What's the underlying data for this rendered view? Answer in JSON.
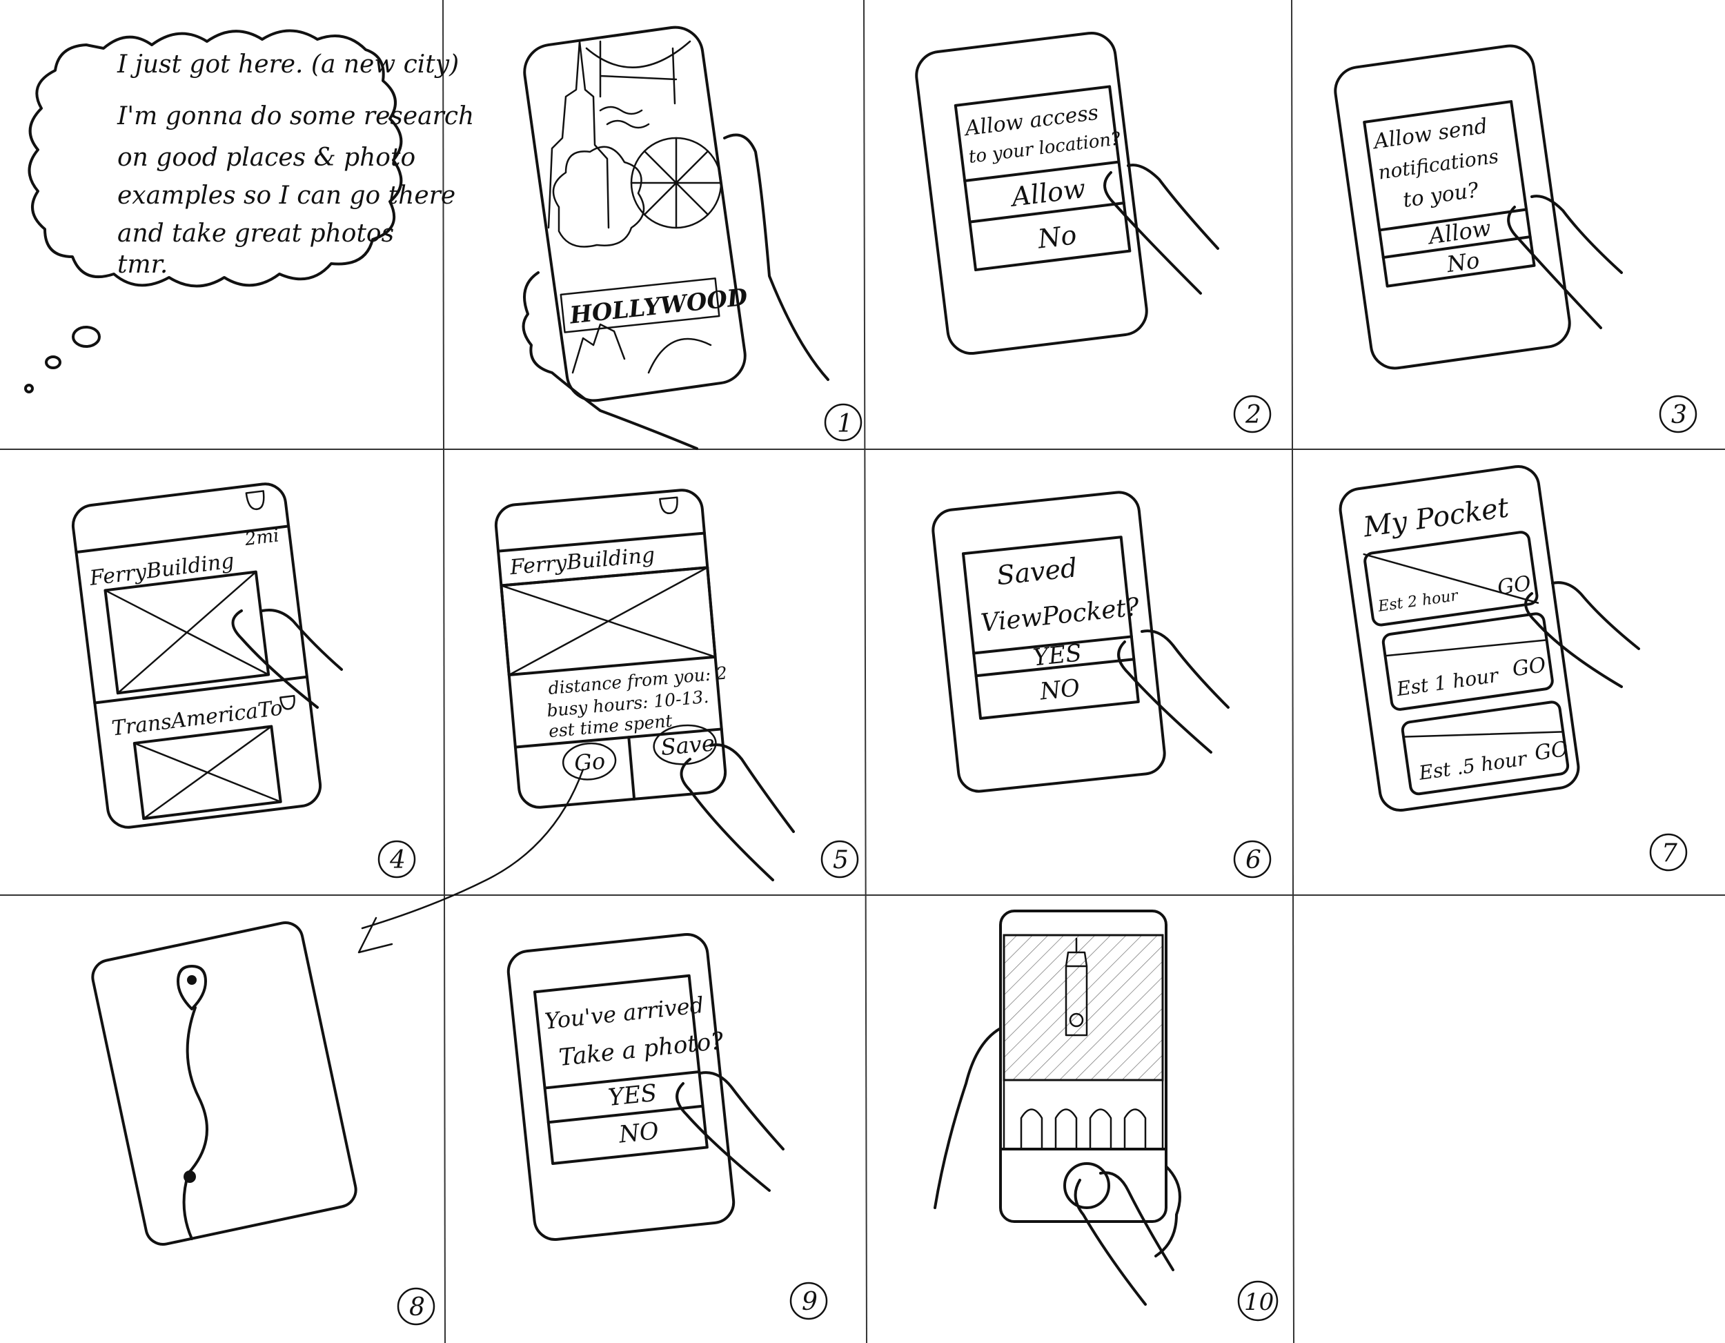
{
  "thought": {
    "lines": [
      "I just got here. (a new city)",
      "I'm gonna do some research",
      "on good places & photo",
      "examples so I can go there",
      "and take great photos",
      "tmr."
    ]
  },
  "panels": {
    "p1": {
      "number": "1",
      "sign": "HOLLYWOOD"
    },
    "p2": {
      "number": "2",
      "prompt_1": "Allow access",
      "prompt_2": "to your location?",
      "allow": "Allow",
      "no": "No"
    },
    "p3": {
      "number": "3",
      "prompt_1": "Allow send",
      "prompt_2": "notifications",
      "prompt_3": "to you?",
      "allow": "Allow",
      "no": "No"
    },
    "p4": {
      "number": "4",
      "card1_title": "FerryBuilding",
      "card1_dist": "2mi",
      "card2_title": "TransAmericaTo"
    },
    "p5": {
      "number": "5",
      "title": "FerryBuilding",
      "info_1": "distance from you: 2",
      "info_2": "busy hours: 10-13.",
      "info_3": "est time spent",
      "go": "Go",
      "save": "Save"
    },
    "p6": {
      "number": "6",
      "msg_1": "Saved",
      "msg_2": "ViewPocket?",
      "yes": "YES",
      "no": "NO"
    },
    "p7": {
      "number": "7",
      "title": "My Pocket",
      "items": [
        {
          "est": "Est 2 hour",
          "go": "GO"
        },
        {
          "est": "Est 1 hour",
          "go": "GO"
        },
        {
          "est": "Est .5 hour",
          "go": "GO"
        }
      ]
    },
    "p8": {
      "number": "8"
    },
    "p9": {
      "number": "9",
      "msg_1": "You've arrived",
      "msg_2": "Take a photo?",
      "yes": "YES",
      "no": "NO"
    },
    "p10": {
      "number": "10"
    }
  }
}
